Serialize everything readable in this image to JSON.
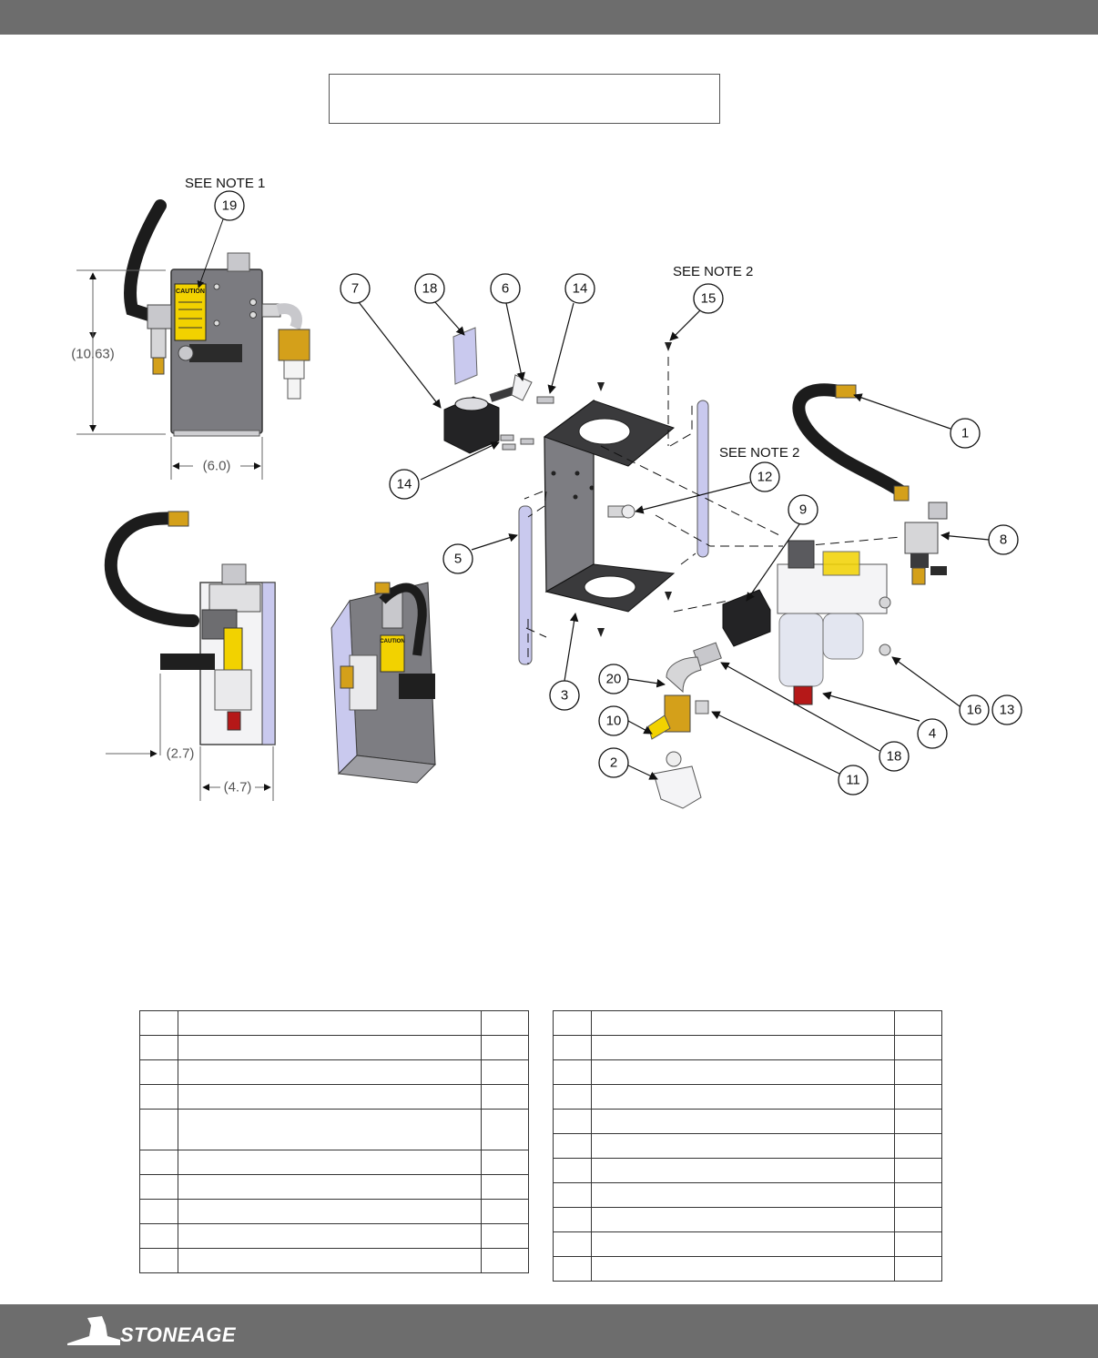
{
  "header": {
    "bar_color": "#6d6d6d"
  },
  "notes": {
    "note1": "SEE NOTE 1",
    "note2": "SEE NOTE 2"
  },
  "dimensions": {
    "height": "(10.63)",
    "width": "(6.0)",
    "depth": "(2.7)",
    "depth2": "(4.7)"
  },
  "balloons": {
    "b1": "1",
    "b2": "2",
    "b3": "3",
    "b4": "4",
    "b5": "5",
    "b6": "6",
    "b7": "7",
    "b8": "8",
    "b9": "9",
    "b10": "10",
    "b11": "11",
    "b12": "12",
    "b14a": "14",
    "b14b": "14",
    "b15": "15",
    "b16": "16",
    "b13": "13",
    "b18a": "18",
    "b18b": "18",
    "b19": "19",
    "b20": "20"
  },
  "decal": {
    "caution": "CAUTION"
  },
  "footer": {
    "brand": "STONEAGE",
    "bar_color": "#6d6d6d"
  }
}
